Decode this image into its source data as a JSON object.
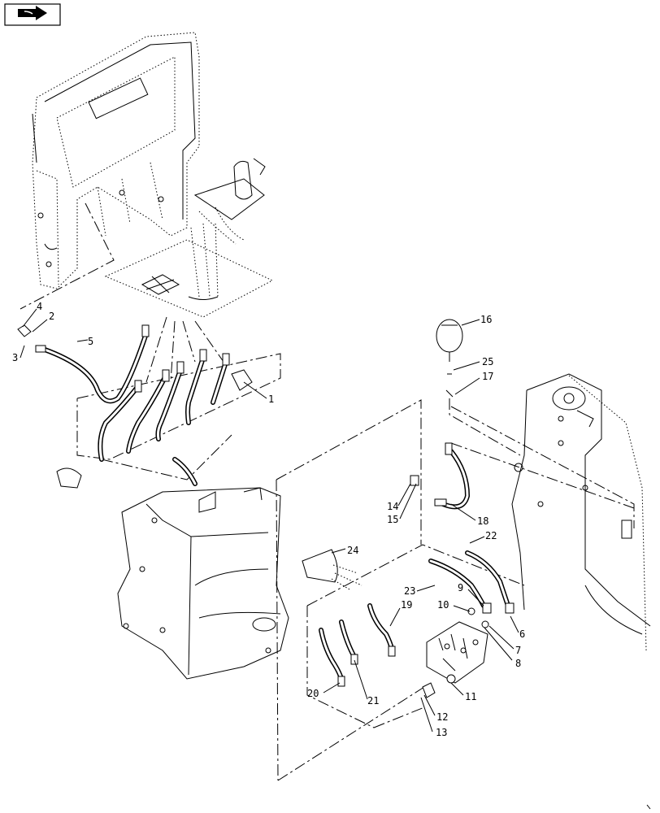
{
  "toolbar": {
    "nav_icon": "arrow-right-icon"
  },
  "callouts": [
    "1",
    "2",
    "3",
    "4",
    "5",
    "6",
    "7",
    "8",
    "9",
    "10",
    "11",
    "12",
    "13",
    "14",
    "15",
    "16",
    "17",
    "18",
    "19",
    "20",
    "21",
    "22",
    "23",
    "24",
    "25"
  ],
  "colors": {
    "line": "#000000",
    "background": "#ffffff"
  }
}
